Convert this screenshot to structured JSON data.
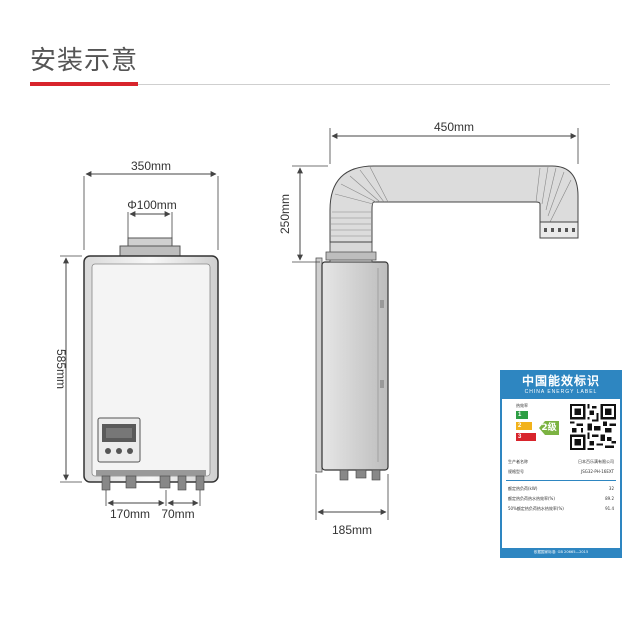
{
  "header": {
    "title": "安装示意"
  },
  "dimensions": {
    "front_width": "350mm",
    "flue_diameter": "Φ100mm",
    "height": "585mm",
    "pipe_left": "170mm",
    "pipe_right": "70mm",
    "duct_length": "450mm",
    "duct_height": "250mm",
    "depth": "185mm"
  },
  "energy_label": {
    "title": "中国能效标识",
    "subtitle": "CHINA ENERGY LABEL",
    "grade_caption": "热效率",
    "grade": "2级",
    "grade_levels": [
      "1",
      "2",
      "3"
    ],
    "rows": [
      {
        "key": "生产者名称",
        "value": "日本百乐满有限公司"
      },
      {
        "key": "规格型号",
        "value": "JSG32-PH-16EXT"
      }
    ],
    "rated_load_label": "额定热负荷(kW)",
    "rated_load_value": "32",
    "efficiency_rows": [
      {
        "key": "额定热负荷热水热效率(%)",
        "value": "89.2"
      },
      {
        "key": "50%额定热负荷热水热效率(%)",
        "value": "91.4"
      }
    ],
    "footer": "依据国家标准: GB 20665—2015"
  },
  "colors": {
    "accent_red": "#d8242c",
    "label_blue": "#2e86c1",
    "grade_green": "#7cb342"
  }
}
